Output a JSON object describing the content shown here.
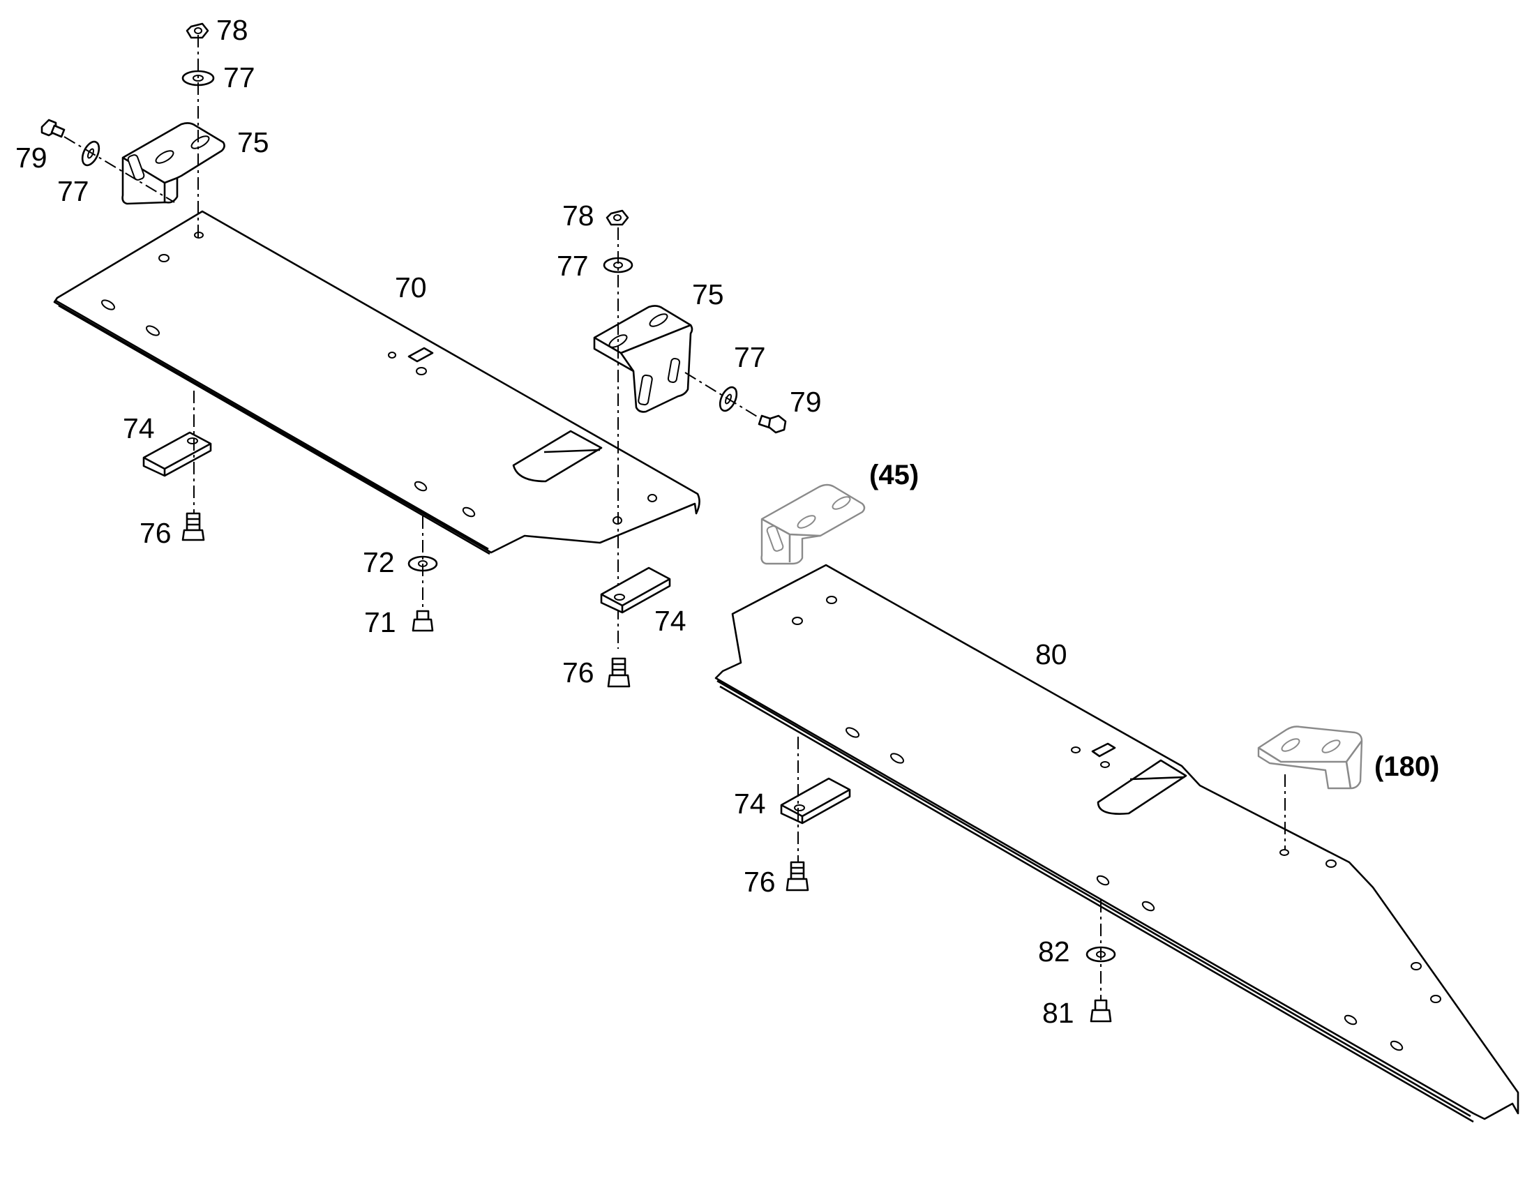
{
  "callouts": {
    "c78a": "78",
    "c77a": "77",
    "c75a": "75",
    "c79a": "79",
    "c77b": "77",
    "c70": "70",
    "c78b": "78",
    "c77c": "77",
    "c75b": "75",
    "c77d": "77",
    "c79b": "79",
    "c74a": "74",
    "c76a": "76",
    "c72": "72",
    "c71": "71",
    "c74b": "74",
    "c76b": "76",
    "c45": "(45)",
    "c80": "80",
    "c180": "(180)",
    "c74c": "74",
    "c76c": "76",
    "c82": "82",
    "c81": "81"
  },
  "colors": {
    "line": "#000000",
    "reference_part": "#8a8a8a",
    "background": "#ffffff"
  }
}
